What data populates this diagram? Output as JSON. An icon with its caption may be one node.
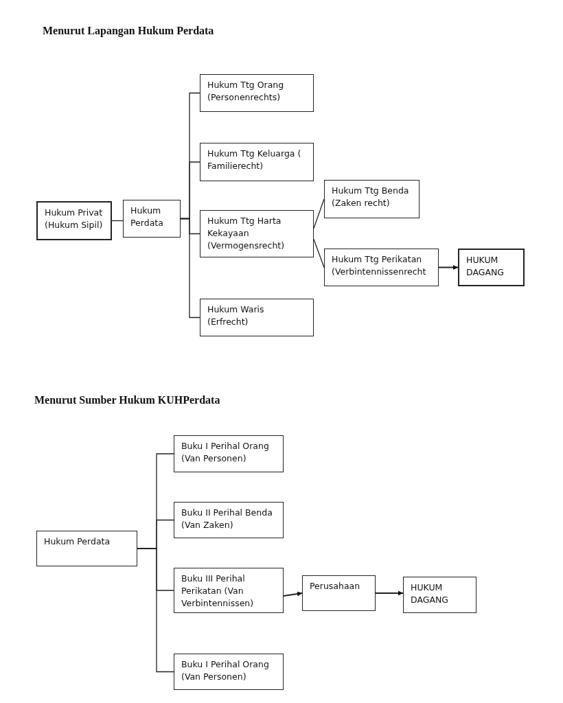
{
  "diagram": {
    "title": "Menurut Lapangan Hukum Perdata",
    "nodes": [
      {
        "text": [
          "Hukum Privat (Hukum Sipil)"
        ]
      },
      {
        "text": [
          "Hukum Perdata"
        ]
      },
      {
        "text": [
          "Hukum Ttg Orang (Personenrechts)"
        ]
      },
      {
        "text": [
          "Hukum Ttg Keluarga ( Familierecht)"
        ]
      },
      {
        "text": [
          "Hukum Ttg Harta Kekayaan (Vermogensrecht)"
        ]
      },
      {
        "text": [
          "Hukum Waris (Erfrecht)"
        ]
      },
      {
        "text": [
          "Hukum Ttg Benda (Zaken recht)"
        ]
      },
      {
        "text": [
          "Hukum Ttg Perikatan (Verbintennissenrecht"
        ]
      },
      {
        "text": [
          "HUKUM DAGANG"
        ]
      },
      {
        "text": [
          "Hukum Perdata"
        ]
      },
      {
        "text": [
          "Buku I Perihal Orang (Van Personen)"
        ]
      },
      {
        "text": [
          "Buku II Perihal Benda (Van Zaken)"
        ]
      },
      {
        "text": [
          "Buku III Perihal Perikatan (Van Verbintennissen)"
        ]
      },
      {
        "text": [
          "Perusahaan"
        ]
      },
      {
        "text": [
          "HUKUM DAGANG"
        ]
      },
      {
        "text": [
          "Buku I Perihal Orang (Van Personen)"
        ]
      }
    ],
    "edges": [
      {
        "from": 0,
        "to": 1,
        "arrow": "none"
      },
      {
        "from": 1,
        "to": 2,
        "arrow": "none"
      },
      {
        "from": 1,
        "to": 3,
        "arrow": "none"
      },
      {
        "from": 1,
        "to": 4,
        "arrow": "none"
      },
      {
        "from": 1,
        "to": 5,
        "arrow": "none"
      },
      {
        "from": 4,
        "to": 6,
        "arrow": "none"
      },
      {
        "from": 4,
        "to": 7,
        "arrow": "none"
      },
      {
        "from": 7,
        "to": 8,
        "arrow": "to"
      },
      {
        "from": 9,
        "to": 10,
        "arrow": "none"
      },
      {
        "from": 9,
        "to": 11,
        "arrow": "none"
      },
      {
        "from": 9,
        "to": 12,
        "arrow": "none"
      },
      {
        "from": 9,
        "to": 15,
        "arrow": "none"
      },
      {
        "from": 12,
        "to": 13,
        "arrow": "to"
      },
      {
        "from": 13,
        "to": 14,
        "arrow": "to"
      }
    ],
    "labels": [
      "Menurut Sumber Hukum KUHPerdata"
    ]
  }
}
